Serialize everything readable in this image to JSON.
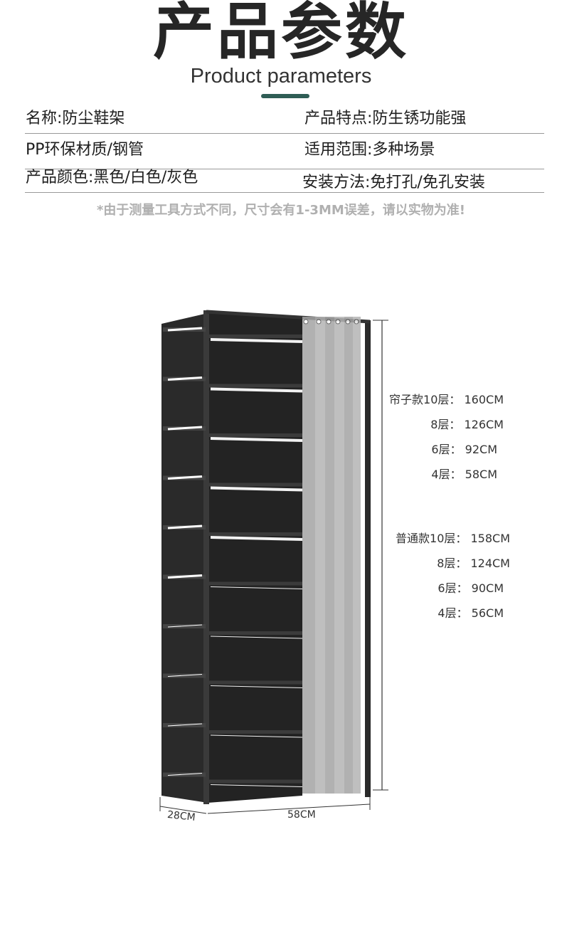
{
  "header": {
    "title": "产品参数",
    "subtitle": "Product parameters",
    "accent_color": "#2f5d55"
  },
  "params": [
    {
      "left": "名称:防尘鞋架",
      "right": "产品特点:防生锈功能强"
    },
    {
      "left": "PP环保材质/钢管",
      "right": "适用范围:多种场景"
    },
    {
      "left": "产品颜色:黑色/白色/灰色",
      "right": "安装方法:免打孔/免孔安装"
    }
  ],
  "note": "*由于测量工具方式不同，尺寸会有1-3MM误差，请以实物为准!",
  "product": {
    "shelf_count": 10,
    "depth_label": "28CM",
    "width_label": "58CM",
    "curtain_specs": [
      "帘子款10层：  160CM",
      "8层：  126CM",
      "6层：  92CM",
      "4层：  58CM"
    ],
    "standard_specs": [
      "普通款10层：  158CM",
      "8层：  124CM",
      "6层：  90CM",
      "4层：  56CM"
    ]
  }
}
